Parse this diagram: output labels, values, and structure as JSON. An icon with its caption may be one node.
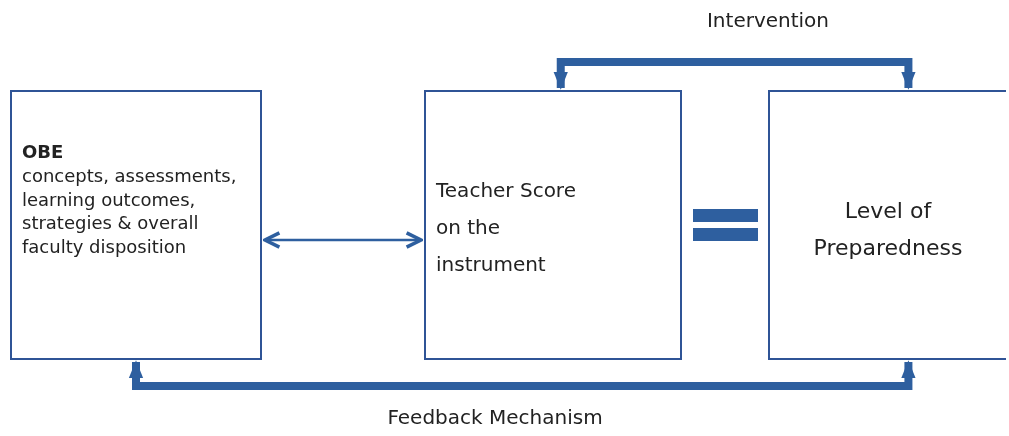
{
  "diagram": {
    "nodes": [
      {
        "text": [
          "OBE",
          "concepts, assessments, learning outcomes, strategies & overall faculty disposition"
        ]
      },
      {
        "text": [
          "Teacher Score on the instrument"
        ]
      },
      {
        "text": [
          "Level of Preparedness"
        ]
      }
    ],
    "edges": [
      {
        "from": 0,
        "to": 1,
        "arrow": "both"
      },
      {
        "from": 1,
        "to": 2,
        "arrow": "both",
        "label": "Intervention"
      },
      {
        "from": 2,
        "to": 0,
        "arrow": "both",
        "label": "Feedback Mechanism"
      }
    ]
  }
}
